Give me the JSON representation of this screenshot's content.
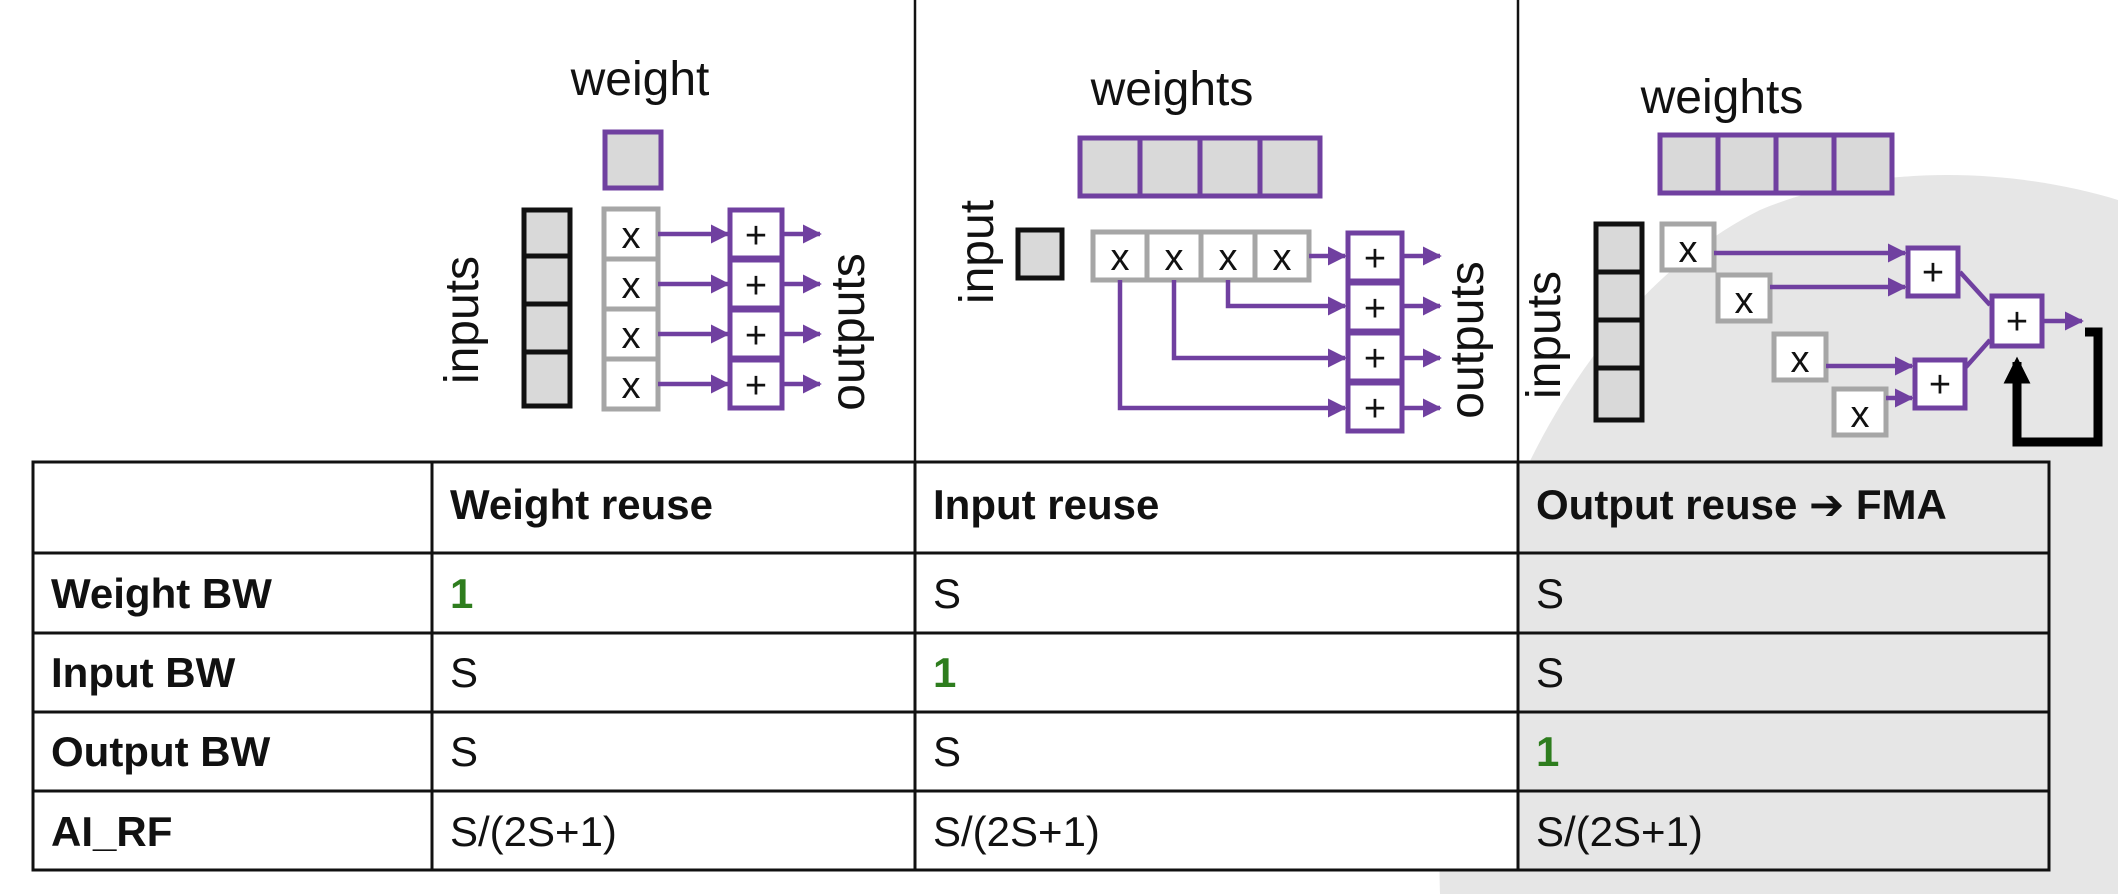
{
  "diagram": {
    "weight_reuse": {
      "weight_label": "weight",
      "inputs_label": "inputs",
      "outputs_label": "outputs",
      "mult_symbol": "x",
      "add_symbol": "+"
    },
    "input_reuse": {
      "weights_label": "weights",
      "input_label": "input",
      "outputs_label": "outputs",
      "mult_symbol": "x",
      "add_symbol": "+"
    },
    "output_reuse": {
      "weights_label": "weights",
      "inputs_label": "inputs",
      "mult_symbol": "x",
      "add_symbol": "+"
    }
  },
  "table": {
    "headers": [
      "",
      "Weight reuse",
      "Input reuse",
      "Output reuse ➔ FMA"
    ],
    "rows": [
      {
        "label": "Weight BW",
        "values": [
          "1",
          "S",
          "S"
        ],
        "highlight": [
          true,
          false,
          false
        ]
      },
      {
        "label": "Input BW",
        "values": [
          "S",
          "1",
          "S"
        ],
        "highlight": [
          false,
          true,
          false
        ]
      },
      {
        "label": "Output BW",
        "values": [
          "S",
          "S",
          "1"
        ],
        "highlight": [
          false,
          false,
          true
        ]
      },
      {
        "label": "AI_RF",
        "values": [
          "S/(2S+1)",
          "S/(2S+1)",
          "S/(2S+1)"
        ],
        "highlight": [
          false,
          false,
          false
        ]
      }
    ]
  },
  "colors": {
    "purple": "#7040a0",
    "gray_border": "#a6a6a6",
    "cell_fill": "#d9d9d9",
    "green": "#2e7d1e",
    "background_shape": "#e6e6e6"
  }
}
